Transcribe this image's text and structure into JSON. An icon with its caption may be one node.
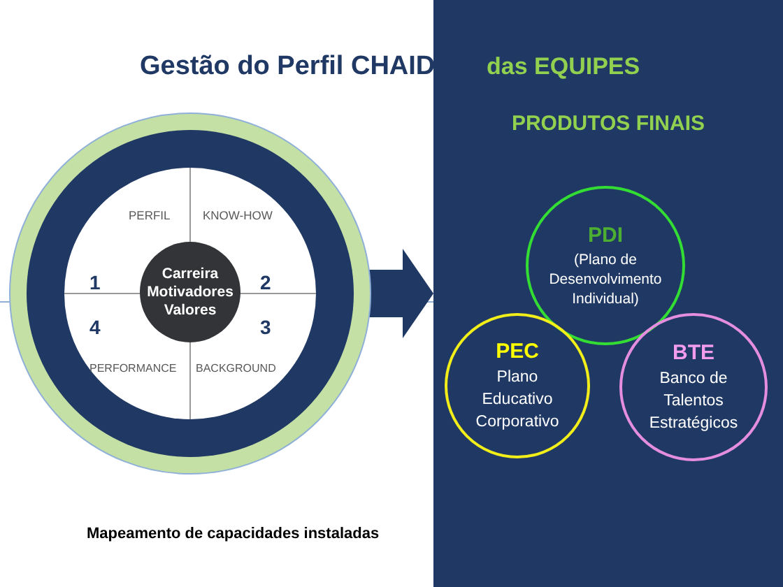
{
  "diagram": {
    "title": "Gestão do Perfil CHAID",
    "nodes": [
      {
        "text": [],
        "shape": "circle"
      },
      {
        "text": [
          "Carreira Motivadores Valores"
        ],
        "in": 0
      },
      {
        "text": [
          "PRODUTOS FINAIS"
        ]
      },
      {
        "text": [
          "PDI",
          "(Plano de Desenvolvimento Individual)"
        ],
        "in": 2
      },
      {
        "text": [
          "PEC",
          "Plano Educativo Corporativo"
        ],
        "in": 2
      },
      {
        "text": [
          "BTE",
          "Banco de Talentos Estratégicos"
        ],
        "in": 2
      }
    ],
    "edges": [
      {
        "from": 0,
        "to": 2,
        "arrow": "to"
      }
    ],
    "labels": [
      "das EQUIPES",
      "PERFIL",
      "KNOW-HOW",
      "1",
      "2",
      "4",
      "3",
      "PERFORMANCE",
      "BACKGROUND",
      "Mapeamento de capacidades instaladas"
    ]
  }
}
